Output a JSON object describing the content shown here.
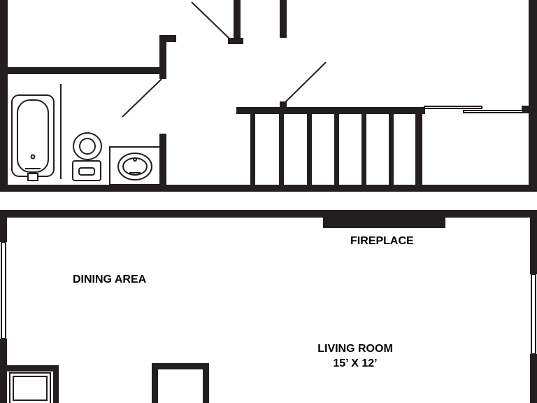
{
  "labels": {
    "fireplace": "FIREPLACE",
    "dining_area": "DINING AREA",
    "living_room": "LIVING ROOM",
    "living_room_size": "15’ X 12’"
  },
  "colors": {
    "wall": "#231f20",
    "background": "#ffffff"
  }
}
